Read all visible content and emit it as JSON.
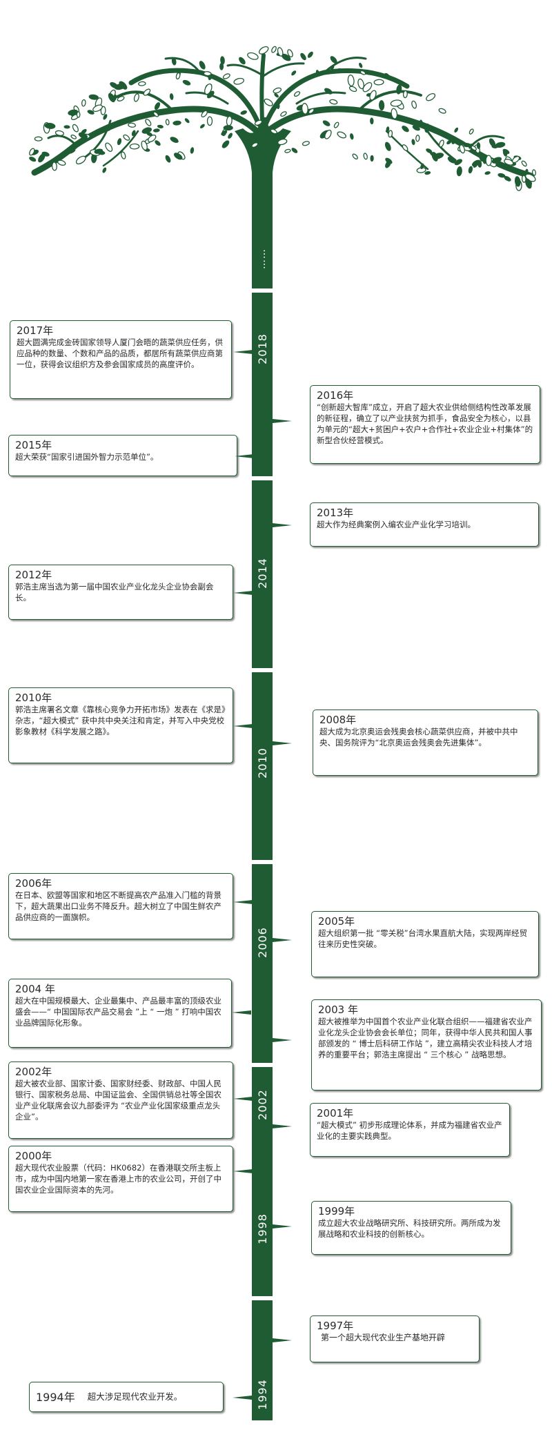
{
  "colors": {
    "tree_green": "#1f5c34",
    "card_border": "#1f5c34",
    "text": "#2a2a2a",
    "background": "#ffffff"
  },
  "trunk": {
    "continuation_mark": "……",
    "year_labels": [
      "2018",
      "2014",
      "2010",
      "2006",
      "2002",
      "1998",
      "1994"
    ]
  },
  "events": [
    {
      "id": "e2017",
      "year": "2017年",
      "text": "超大圆满完成金砖国家领导人厦门会晤的蔬菜供应任务，供应品种的数量、个数和产品的品质，都居所有蔬菜供应商第一位，获得会议组织方及参会国家成员的高度评价。"
    },
    {
      "id": "e2016",
      "year": "2016年",
      "text": "“创新超大智库”成立，开启了超大农业供给侧结构性改革发展的新征程，确立了以产业扶贫为抓手，食品安全为核心，以县为单元的“超大+贫困户+农户+合作社+农业企业+村集体”的新型合伙经营模式。"
    },
    {
      "id": "e2015",
      "year": "2015年",
      "text": "超大荣获“国家引进国外智力示范单位”。"
    },
    {
      "id": "e2013",
      "year": "2013年",
      "text": "超大作为经典案例入编农业产业化学习培训。"
    },
    {
      "id": "e2012",
      "year": "2012年",
      "text": "郭浩主席当选为第一届中国农业产业化龙头企业协会副会长。"
    },
    {
      "id": "e2010",
      "year": "2010年",
      "text": "郭浩主席署名文章《靠核心竞争力开拓市场》发表在《求是》杂志，“超大模式” 获中共中央关注和肯定，并写入中央党校影象教材《科学发展之路》。"
    },
    {
      "id": "e2008",
      "year": "2008年",
      "text": "超大成为北京奥运会残奥会核心蔬菜供应商，并被中共中央、国务院评为“北京奥运会残奥会先进集体”。"
    },
    {
      "id": "e2006",
      "year": "2006年",
      "text": "在日本、欧盟等国家和地区不断提高农产品准入门槛的背景下，超大蔬果出口业务不降反升。超大树立了中国生鲜农产品供应商的一面旗帜。"
    },
    {
      "id": "e2005",
      "year": "2005年",
      "text": "超大组织第一批 “零关税”台湾水果直航大陆，实现两岸经贸往来历史性突破。"
    },
    {
      "id": "e2004",
      "year": "2004 年",
      "text": "超大在中国规模最大、企业最集中、产品最丰富的顶级农业盛会——“ 中国国际农产品交易会 ”上 “ 一炮 ” 打响中国农业品牌国际化形象。"
    },
    {
      "id": "e2003",
      "year": "2003 年",
      "text": "超大被推举为中国首个农业产业化联合组织——福建省农业产业化龙头企业协会会长单位；同年，获得中华人民共和国人事部颁发的 “ 博士后科研工作站 ”，建立高精尖农业科技人才培养的重要平台；郭浩主席提出 “ 三个核心 ” 战略思想。"
    },
    {
      "id": "e2002",
      "year": "2002年",
      "text": "超大被农业部、国家计委、国家财经委、财政部、中国人民银行、国家税务总局、中国证监会、全国供销总社等全国农业产业化联席会议九部委评为 “农业产业化国家级重点龙头企业”。"
    },
    {
      "id": "e2001",
      "year": "2001年",
      "text": "“超大模式” 初步形成理论体系，并成为福建省农业产业化的主要实践典型。"
    },
    {
      "id": "e2000",
      "year": "2000年",
      "text": "超大现代农业股票（代码：HK0682）在香港联交所主板上市，成为中国内地第一家在香港上市的农业公司，开创了中国农业企业国际资本的先河。"
    },
    {
      "id": "e1999",
      "year": "1999年",
      "text": "成立超大农业战略研究所、科技研究所。两所成为发展战略和农业科技的创新核心。"
    },
    {
      "id": "e1997",
      "year": "1997年",
      "text": "第一个超大现代农业生产基地开辟"
    },
    {
      "id": "e1994",
      "year": "1994年",
      "text": "超大涉足现代农业开发。"
    }
  ]
}
